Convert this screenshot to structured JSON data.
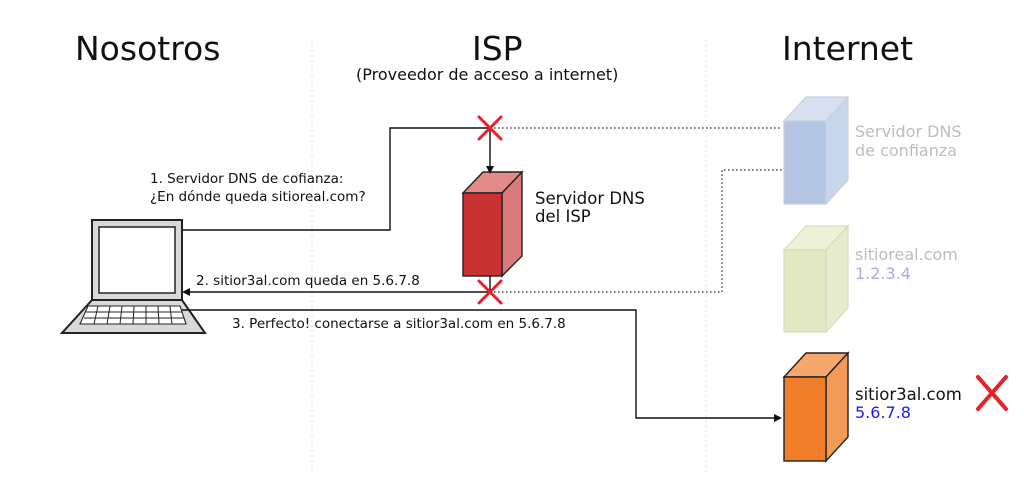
{
  "columns": {
    "left": "Nosotros",
    "middle": "ISP",
    "middle_subtitle": "(Proveedor de acceso a internet)",
    "right": "Internet"
  },
  "messages": {
    "step1_line1": "1. Servidor DNS de cofianza:",
    "step1_line2": "¿En dónde queda sitioreal.com?",
    "step2": "2. sitior3al.com queda en 5.6.7.8",
    "step3": "3. Perfecto! conectarse a sitior3al.com en 5.6.7.8"
  },
  "servers": {
    "isp_dns": {
      "line1": "Servidor DNS",
      "line2": "del ISP",
      "color": "#c83232"
    },
    "trusted_dns": {
      "line1": "Servidor DNS",
      "line2": "de confianza",
      "color": "#b3c5e3"
    },
    "real_site": {
      "name": "sitioreal.com",
      "ip": "1.2.3.4",
      "color": "#e2e8c2"
    },
    "fake_site": {
      "name": "sitior3al.com",
      "ip": "5.6.7.8",
      "color": "#f07e2a"
    }
  },
  "colors": {
    "block_mark": "#e8222a",
    "ip_highlight": "#1a1aee"
  },
  "icons": {
    "computer": "laptop-icon",
    "block": "cross-icon"
  }
}
